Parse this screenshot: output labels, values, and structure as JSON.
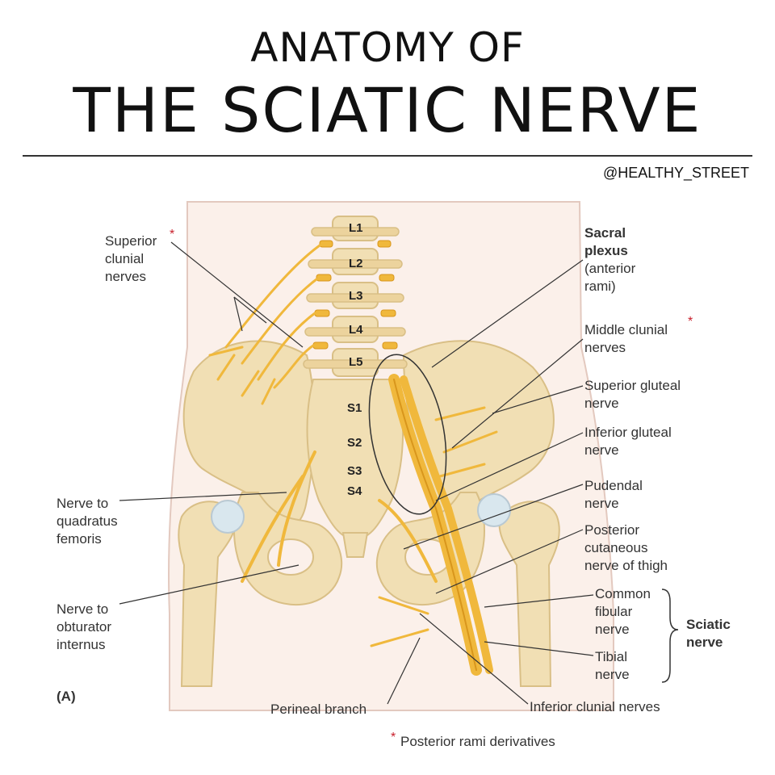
{
  "title": {
    "line1": "ANATOMY OF",
    "line2": "THE SCIATIC NERVE"
  },
  "handle": "@HEALTHY_STREET",
  "figure_letter": "(A)",
  "vertebrae": [
    "L1",
    "L2",
    "L3",
    "L4",
    "L5",
    "S1",
    "S2",
    "S3",
    "S4"
  ],
  "labels": {
    "superior_clunial": "Superior\nclunial\nnerves",
    "sacral_plexus_bold": "Sacral\nplexus",
    "sacral_plexus_rest": "(anterior\nrami)",
    "middle_clunial": "Middle clunial\nnerves",
    "superior_gluteal": "Superior gluteal\nnerve",
    "inferior_gluteal": "Inferior gluteal\nnerve",
    "pudendal": "Pudendal\nnerve",
    "posterior_cutaneous": "Posterior\ncutaneous\nnerve of thigh",
    "common_fibular": "Common\nfibular\nnerve",
    "tibial": "Tibial\nnerve",
    "sciatic": "Sciatic\nnerve",
    "quadratus": "Nerve to\nquadratus\nfemoris",
    "obturator": "Nerve to\nobturator\ninternus",
    "perineal": "Perineal branch",
    "inferior_clunial": "Inferior clunial nerves",
    "footnote": "Posterior rami derivatives"
  },
  "star": "*",
  "colors": {
    "bone": "#f1dfb4",
    "bone_shadow": "#d9bf86",
    "nerve": "#f0b83c",
    "nerve_dark": "#d8961c",
    "skin": "#fbf0ea",
    "asterisk": "#c8202c"
  }
}
